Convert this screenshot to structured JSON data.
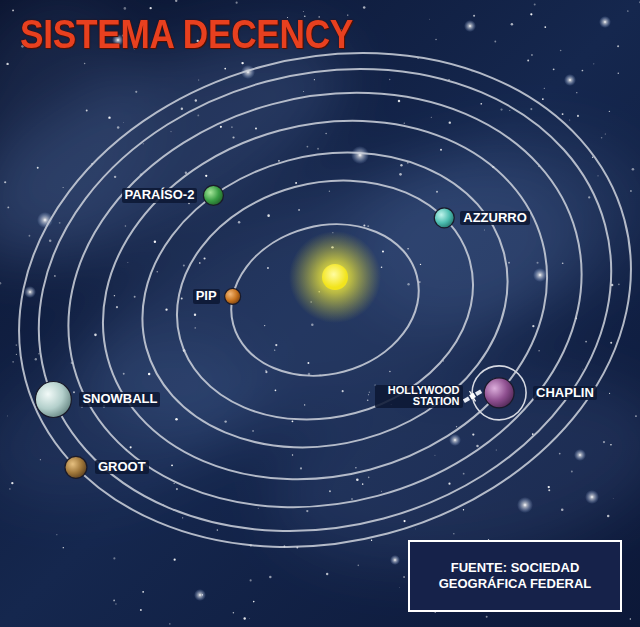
{
  "diagram": {
    "title": "SISTEMA DECENCY",
    "nodes": [
      {
        "text": [
          "FUENTE: SOCIEDAD GEOGRÁFICA FEDERAL"
        ]
      }
    ],
    "labels": [
      "PARAÍSO-2",
      "AZZURRO",
      "PIP",
      "SNOWBALL",
      "HOLLYWOOD STATION",
      "CHAPLIN",
      "GROOT"
    ]
  }
}
